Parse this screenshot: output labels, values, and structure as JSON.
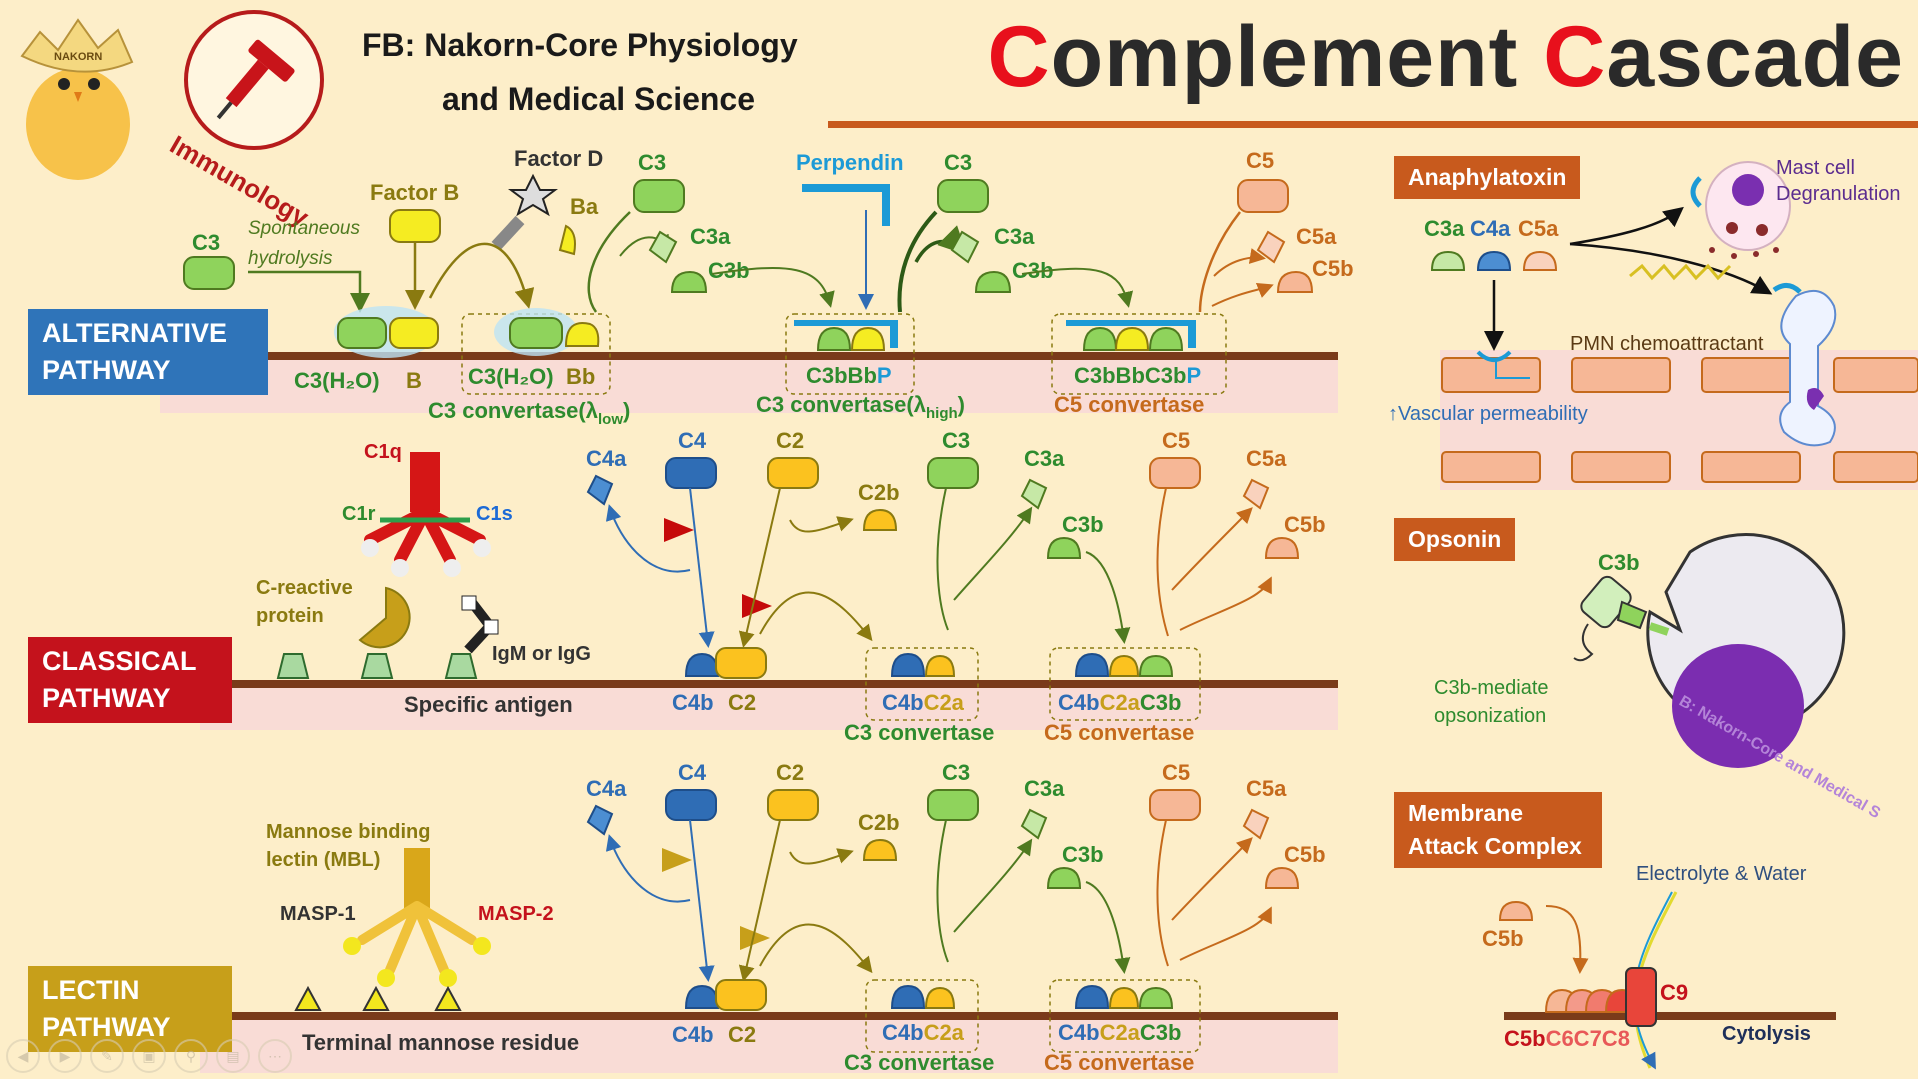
{
  "header": {
    "title_c1": "C",
    "title_mid1": "omplement ",
    "title_c2": "C",
    "title_mid2": "ascade",
    "fb_line1": "FB: Nakorn-Core Physiology",
    "fb_line2": "and Medical Science",
    "logo_ring_text": "Immunology",
    "mascot_label": "NAKORN"
  },
  "pathways": {
    "alternative": "ALTERNATIVE\nPATHWAY",
    "classical": "CLASSICAL\nPATHWAY",
    "lectin": "LECTIN\nPATHWAY"
  },
  "alt": {
    "c3": "C3",
    "spont": "Spontaneous",
    "hydro": "hydrolysis",
    "factor_b": "Factor B",
    "factor_d": "Factor D",
    "ba": "Ba",
    "c3h2o": "C3(H₂O)",
    "b": "B",
    "c3h2o_bb": "C3(H₂O)",
    "bb": "Bb",
    "conv_low": "C3 convertase(λ",
    "conv_low_sub": "low",
    "close": ")",
    "c3_2": "C3",
    "c3a_2": "C3a",
    "c3b_2": "C3b",
    "perpendin": "Perpendin",
    "c3bbbp_1": "C3bBb",
    "c3bbbp_2": "P",
    "conv_high": "C3 convertase(λ",
    "conv_high_sub": "high",
    "c3_3": "C3",
    "c3a_3": "C3a",
    "c3b_3": "C3b",
    "c5": "C5",
    "c5a": "C5a",
    "c5b": "C5b",
    "c5conv_1": "C3bBbC3b",
    "c5conv_2": "P",
    "c5_convertase": "C5 convertase"
  },
  "classical": {
    "c1q": "C1q",
    "c1r": "C1r",
    "c1s": "C1s",
    "crp1": "C-reactive",
    "crp2": "protein",
    "igm": "IgM or IgG",
    "antigen": "Specific antigen",
    "c4a": "C4a",
    "c4": "C4",
    "c2": "C2",
    "c2b": "C2b",
    "c3": "C3",
    "c3a": "C3a",
    "c3b": "C3b",
    "c5": "C5",
    "c5a": "C5a",
    "c5b": "C5b",
    "c4b": "C4b",
    "c2_bottom": "C2",
    "c4bc2a_1": "C4b",
    "c4bc2a_2": "C2a",
    "c3_convertase": "C3 convertase",
    "c5conv_1": "C4b",
    "c5conv_2": "C2a",
    "c5conv_3": "C3b",
    "c5_convertase": "C5 convertase"
  },
  "lectin": {
    "mbl1": "Mannose binding",
    "mbl2": "lectin (MBL)",
    "masp1": "MASP-1",
    "masp2": "MASP-2",
    "residue": "Terminal mannose residue",
    "c4a": "C4a",
    "c4": "C4",
    "c2": "C2",
    "c2b": "C2b",
    "c3": "C3",
    "c3a": "C3a",
    "c3b": "C3b",
    "c5": "C5",
    "c5a": "C5a",
    "c5b": "C5b",
    "c4b": "C4b",
    "c2_bottom": "C2",
    "c4bc2a_1": "C4b",
    "c4bc2a_2": "C2a",
    "c3_convertase": "C3 convertase",
    "c5conv_1": "C4b",
    "c5conv_2": "C2a",
    "c5conv_3": "C3b",
    "c5_convertase": "C5 convertase"
  },
  "right": {
    "anaphylatoxin": "Anaphylatoxin",
    "c3a": "C3a",
    "c4a": "C4a",
    "c5a": "C5a",
    "mast1": "Mast cell",
    "mast2": "Degranulation",
    "pmn": "PMN chemoattractant",
    "vasc": "↑Vascular permeability",
    "opsonin": "Opsonin",
    "c3b": "C3b",
    "opso1": "C3b-mediate",
    "opso2": "opsonization",
    "mac": "Membrane\nAttack Complex",
    "electrolyte": "Electrolyte & Water",
    "c5b": "C5b",
    "c9": "C9",
    "mac_c5b": "C5b",
    "mac_c6c7c8": "C6C7C8",
    "cytolysis": "Cytolysis",
    "watermark": "B: Nakorn-Core and Medical S"
  },
  "colors": {
    "c3_green": "#8fd35c",
    "b_yellow": "#f5ec22",
    "c4_blue": "#2f6db5",
    "c2_orange": "#fbc21f",
    "c5_peach": "#f6b796",
    "membrane": "#7a3b1a",
    "band": "#f9dcd6",
    "alt_blue": "#2f74b9",
    "class_red": "#c4121c",
    "lectin_gold": "#c79f1a",
    "tag_orange": "#c85a1d",
    "text_green": "#2e8b2e",
    "text_blue": "#2f6db5",
    "text_orange": "#c56a1c"
  }
}
